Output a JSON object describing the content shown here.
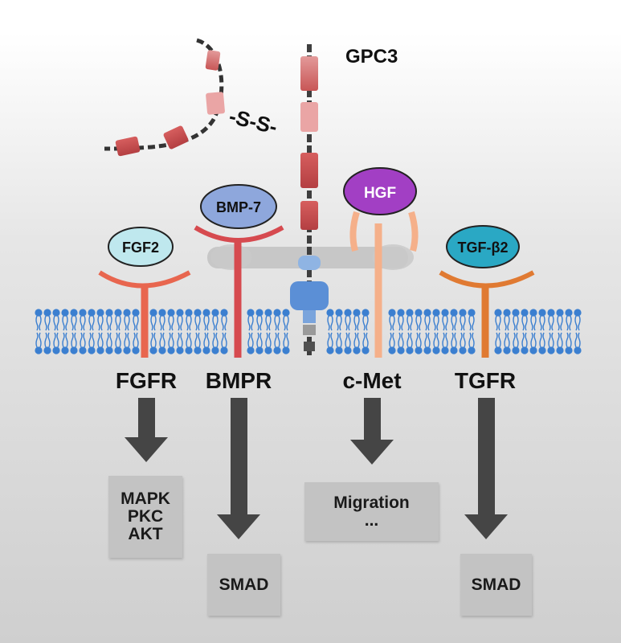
{
  "proteoglycan": {
    "name": "GPC3",
    "bond": "-S-S-"
  },
  "ligands": {
    "fgf2": "FGF2",
    "bmp7": "BMP-7",
    "hgf": "HGF",
    "tgfb2": "TGF-β2"
  },
  "receptors": {
    "fgfr": "FGFR",
    "bmpr": "BMPR",
    "cmet": "c-Met",
    "tgfr": "TGFR"
  },
  "outputs": {
    "fgfr": [
      "MAPK",
      "PKC",
      "AKT"
    ],
    "bmpr": [
      "SMAD"
    ],
    "cmet": [
      "Migration",
      "..."
    ],
    "tgfr": [
      "SMAD"
    ]
  },
  "colors": {
    "fgfr": "#e8664f",
    "bmpr": "#d64a4f",
    "cmet": "#f5b08a",
    "tgfr": "#e07a32",
    "fgf2": "#bfe8ee",
    "bmp7": "#8ea7dc",
    "hgf": "#a23fc4",
    "tgfb2": "#2aa8c4",
    "membrane": "#3b7fd0",
    "arrow": "#454545",
    "box": "#c3c3c3"
  }
}
